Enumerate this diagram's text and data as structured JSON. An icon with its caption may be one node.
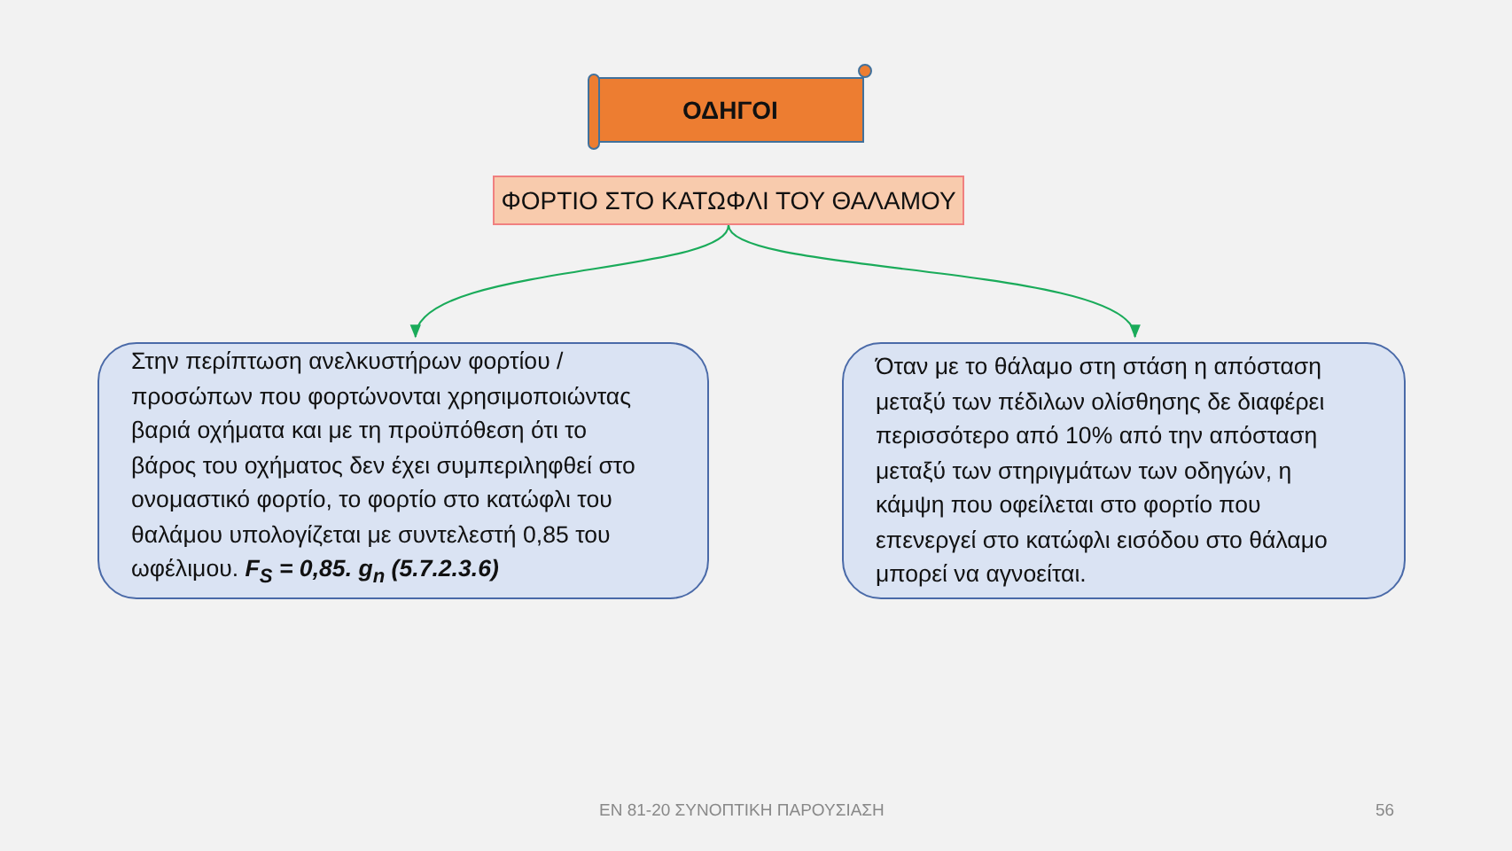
{
  "diagram": {
    "nodes": [
      {
        "text": [
          "ΟΔΗΓΟΙ"
        ]
      },
      {
        "text": [
          "ΦΟΡΤΙΟ ΣΤΟ ΚΑΤΩΦΛΙ ΤΟΥ ΘΑΛΑΜΟΥ"
        ]
      },
      {
        "text": [
          "Στην περίπτωση ανελκυστήρων φορτίου / προσώπων που φορτώνονται χρησιμοποιώντας βαριά οχήματα και με τη προϋπόθεση ότι το βάρος του οχήματος δεν έχει συμπεριληφθεί στο ονομαστικό φορτίο, το φορτίο στο κατώφλι του θαλάμου υπολογίζεται με συντελεστή 0,85 του ωφέλιμου. **F$_{S}$ = 0,85. g$_{n}$ (5.7.2.3.6)**"
        ]
      },
      {
        "text": [
          "Όταν με το θάλαμο στη στάση η απόσταση μεταξύ των πέδιλων ολίσθησης δε διαφέρει περισσότερο από 10% από την απόσταση μεταξύ των στηριγμάτων των οδηγών, η κάμψη που οφείλεται στο φορτίο που επενεργεί στο κατώφλι εισόδου στο θάλαμο μπορεί να αγνοείται."
        ]
      }
    ],
    "edges": [
      {
        "from": 1,
        "to": 2,
        "arrow": "to"
      },
      {
        "from": 1,
        "to": 3,
        "arrow": "to"
      }
    ],
    "labels": [
      "ΕΝ 81-20 ΣΥΝΟΠΤΙΚΗ ΠΑΡΟΥΣΙΑΣΗ",
      "56"
    ]
  }
}
